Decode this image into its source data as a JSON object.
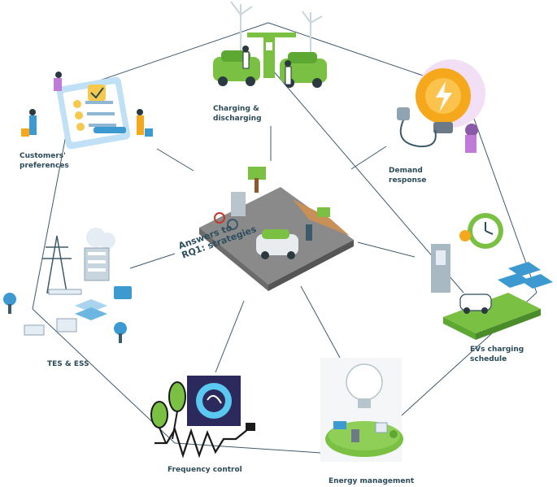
{
  "center": {
    "title_line1": "Answers to",
    "title_line2": "RQ1: strategies"
  },
  "nodes": {
    "charging": {
      "line1": "Charging &",
      "line2": "discharging"
    },
    "demand": {
      "line1": "Demand",
      "line2": "response"
    },
    "customers": {
      "line1": "Customers'",
      "line2": "preferences"
    },
    "tes": {
      "line1": "TES & ESS"
    },
    "evs": {
      "line1": "EVs charging schedule"
    },
    "frequency": {
      "line1": "Frequency control"
    },
    "energy": {
      "line1": "Energy management"
    }
  },
  "colors": {
    "line": "#3d5a6b",
    "green": "#7ac143",
    "blue": "#3d9ad1",
    "dark": "#2b4a57",
    "yellow": "#f6a81c",
    "purple": "#c07bd8"
  },
  "icons": [
    "ev-charging-station-icon",
    "lightbulb-plug-icon",
    "customer-rating-icon",
    "power-grid-icon",
    "ev-schedule-clock-icon",
    "frequency-plant-icon",
    "energy-management-bulb-icon",
    "parking-charging-icon"
  ]
}
